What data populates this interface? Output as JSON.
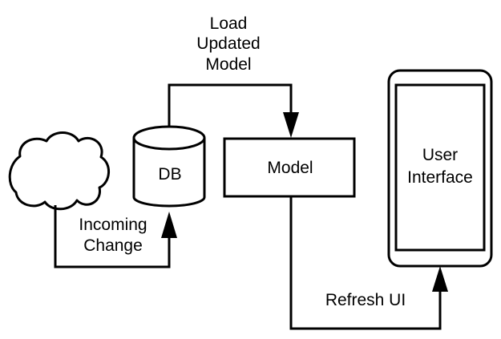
{
  "diagram": {
    "nodes": {
      "cloud": {
        "label": ""
      },
      "db": {
        "label": "DB"
      },
      "model": {
        "label": "Model"
      },
      "ui": {
        "line1": "User",
        "line2": "Interface"
      }
    },
    "edges": {
      "incoming": {
        "line1": "Incoming",
        "line2": "Change"
      },
      "load": {
        "line1": "Load",
        "line2": "Updated",
        "line3": "Model"
      },
      "refresh": {
        "label": "Refresh UI"
      }
    },
    "colors": {
      "stroke": "#000000",
      "background": "#ffffff"
    }
  }
}
